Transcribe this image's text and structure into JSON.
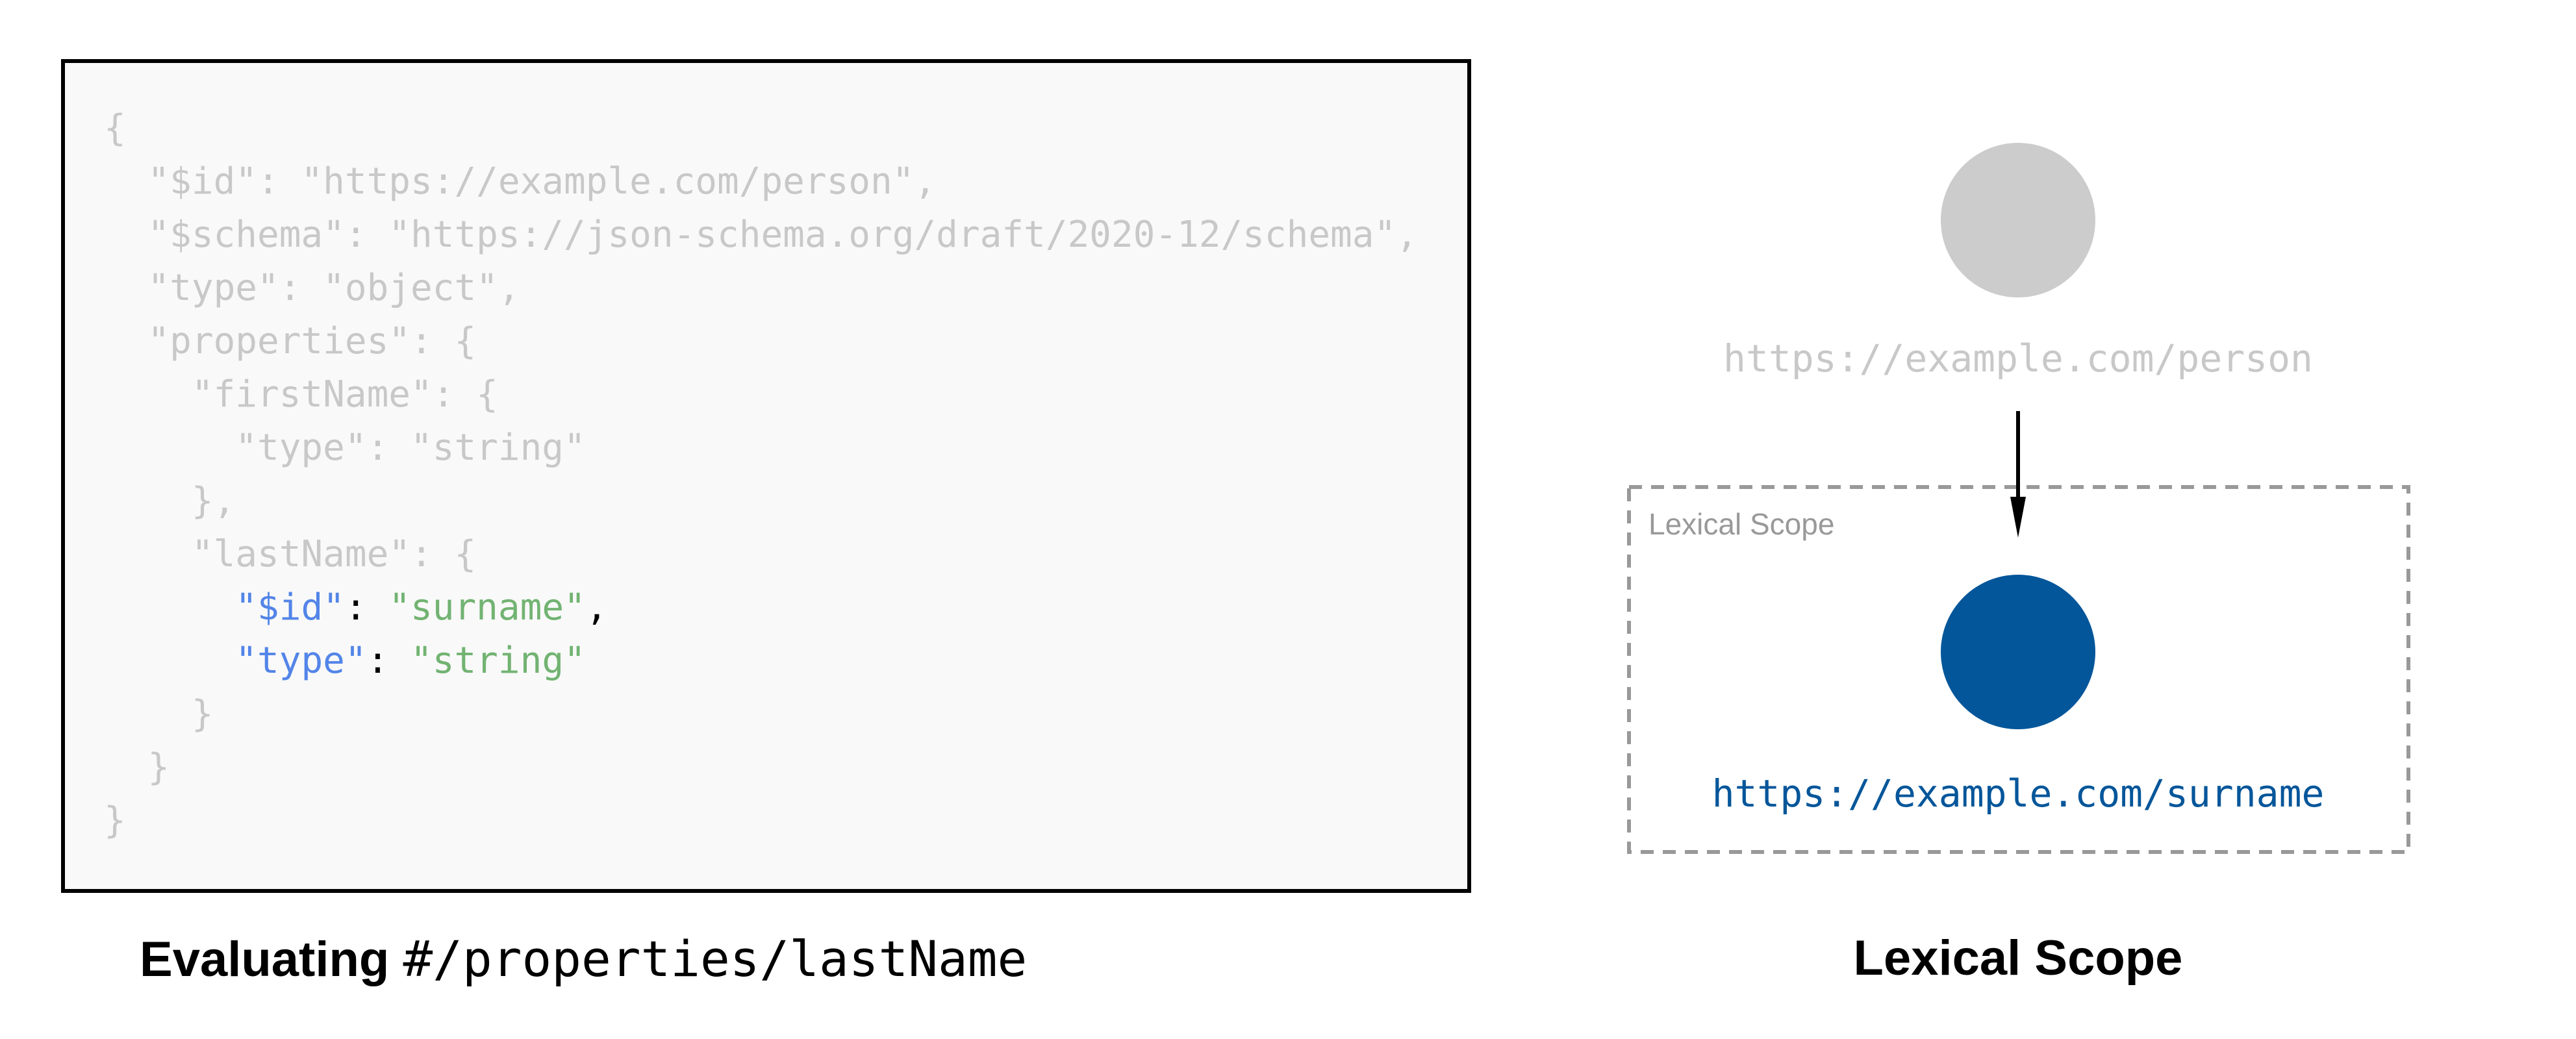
{
  "code": {
    "lines": [
      [
        {
          "t": "{",
          "c": "muted"
        }
      ],
      [
        {
          "t": "  \"$id\": \"https://example.com/person\",",
          "c": "muted"
        }
      ],
      [
        {
          "t": "  \"$schema\": \"https://json-schema.org/draft/2020-12/schema\",",
          "c": "muted"
        }
      ],
      [
        {
          "t": "  \"type\": \"object\",",
          "c": "muted"
        }
      ],
      [
        {
          "t": "  \"properties\": {",
          "c": "muted"
        }
      ],
      [
        {
          "t": "    \"firstName\": {",
          "c": "muted"
        }
      ],
      [
        {
          "t": "      \"type\": \"string\"",
          "c": "muted"
        }
      ],
      [
        {
          "t": "    },",
          "c": "muted"
        }
      ],
      [
        {
          "t": "    \"lastName\": {",
          "c": "muted"
        }
      ],
      [
        {
          "t": "      ",
          "c": "muted"
        },
        {
          "t": "\"$id\"",
          "c": "key"
        },
        {
          "t": ": ",
          "c": "punct"
        },
        {
          "t": "\"surname\"",
          "c": "string"
        },
        {
          "t": ",",
          "c": "punct"
        }
      ],
      [
        {
          "t": "      ",
          "c": "muted"
        },
        {
          "t": "\"type\"",
          "c": "key"
        },
        {
          "t": ": ",
          "c": "punct"
        },
        {
          "t": "\"string\"",
          "c": "string"
        }
      ],
      [
        {
          "t": "    }",
          "c": "muted"
        }
      ],
      [
        {
          "t": "  }",
          "c": "muted"
        }
      ],
      [
        {
          "t": "}",
          "c": "muted"
        }
      ]
    ]
  },
  "colors": {
    "muted": "#c8c8c8",
    "key": "#5385e8",
    "string": "#72b372",
    "punct": "#000000",
    "parent_node": "#cccccc",
    "scope_node": "#04569a",
    "scope_border": "#999999"
  },
  "caption_left": {
    "bold": "Evaluating",
    "mono": "#/properties/lastName"
  },
  "diagram": {
    "parent_uri": "https://example.com/person",
    "scope_label": "Lexical Scope",
    "child_uri": "https://example.com/surname"
  },
  "caption_right": "Lexical Scope"
}
